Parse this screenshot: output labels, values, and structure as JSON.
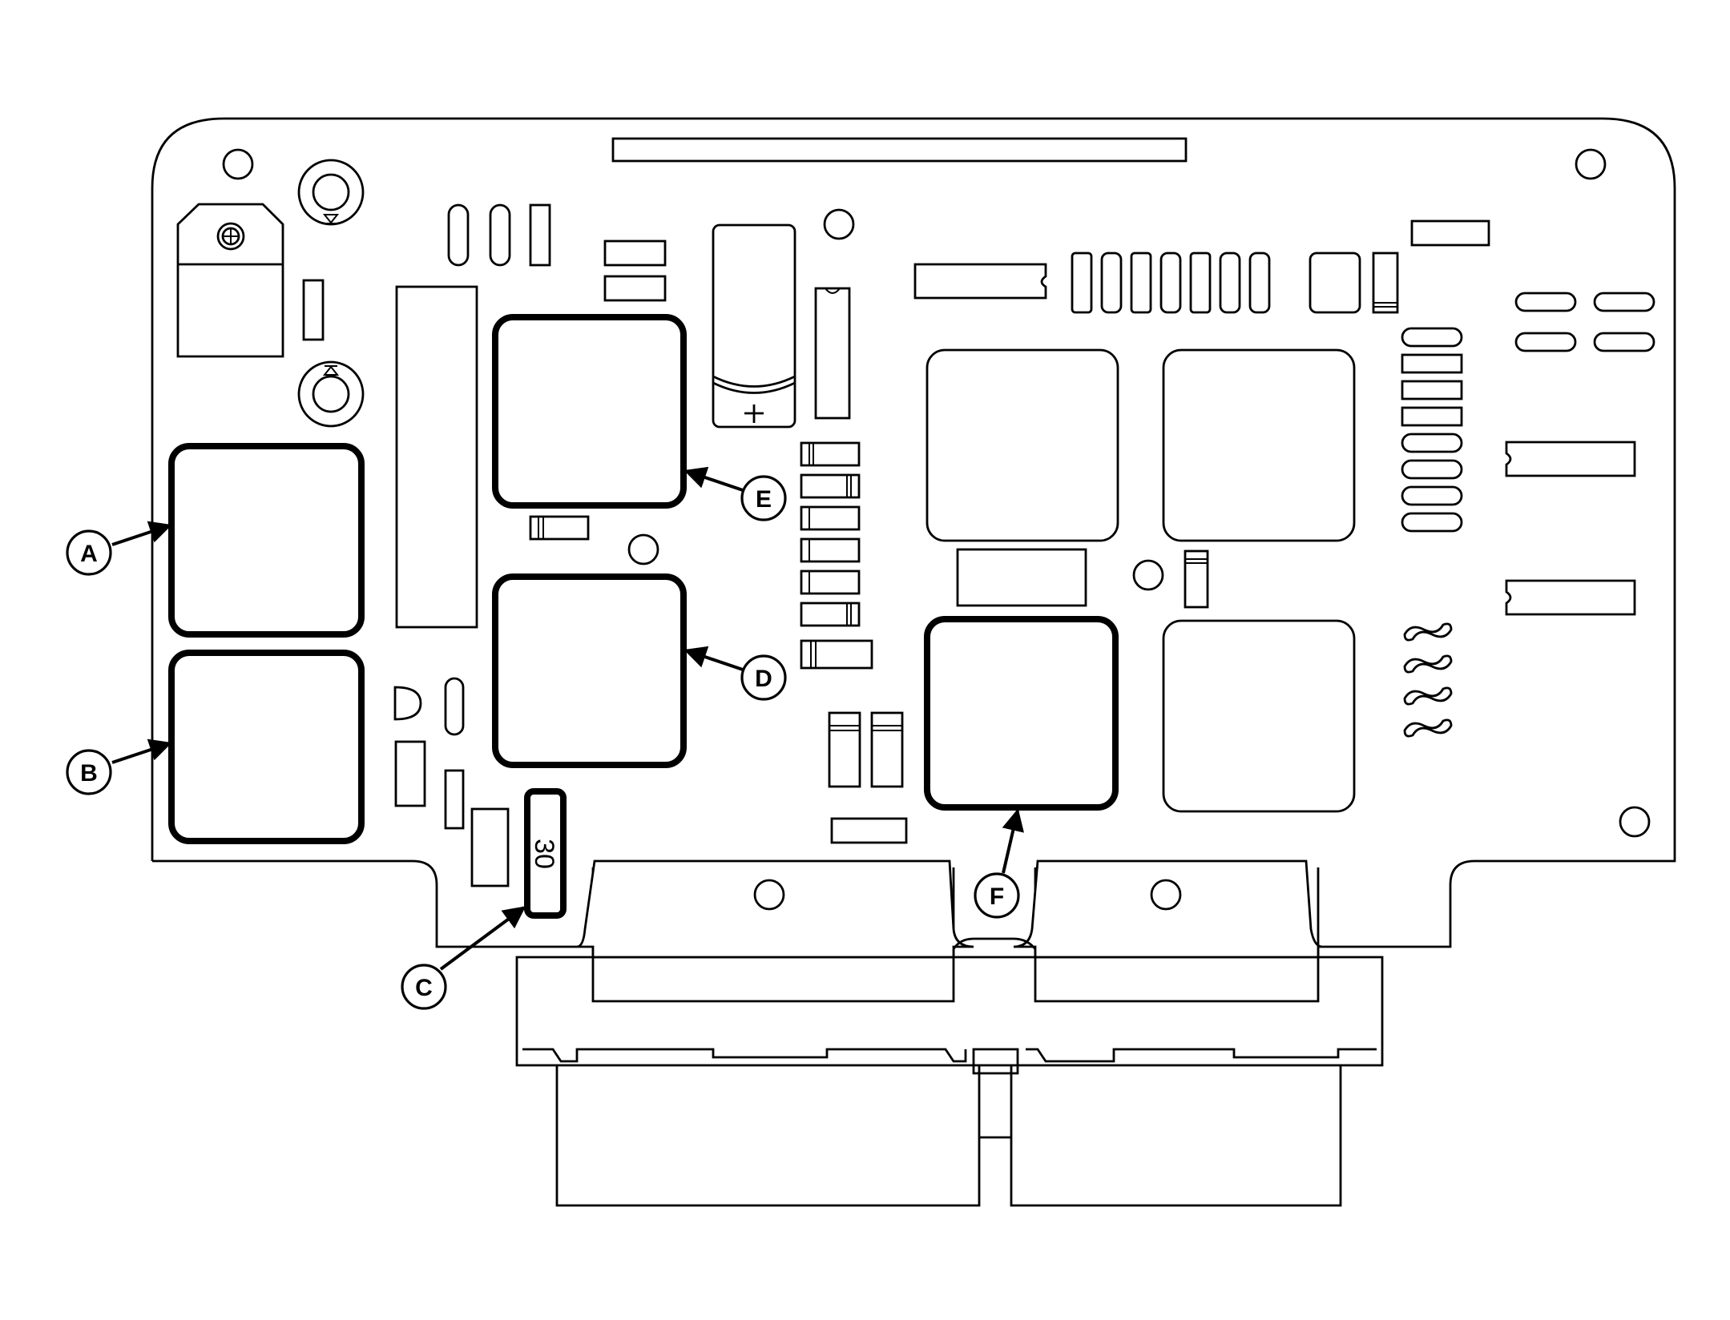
{
  "callouts": {
    "a": "A",
    "b": "B",
    "c": "C",
    "d": "D",
    "e": "E",
    "f": "F"
  },
  "relay_c_label": "30"
}
